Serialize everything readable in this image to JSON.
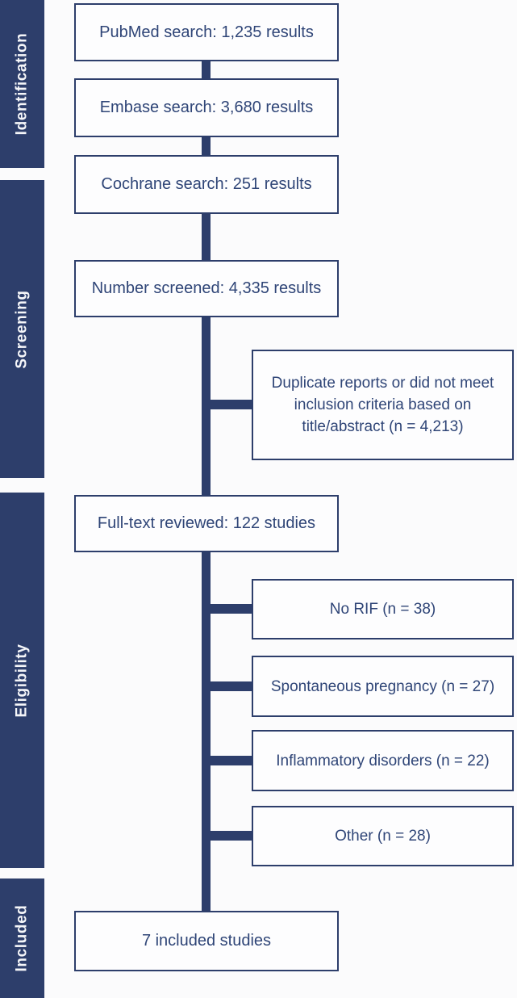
{
  "diagram": {
    "type": "prisma-flowchart",
    "accent_color": "#2d3e6b",
    "text_color": "#2f4577",
    "background_color": "#fbfbfc",
    "stages": [
      {
        "label": "Identification"
      },
      {
        "label": "Screening"
      },
      {
        "label": "Eligibility"
      },
      {
        "label": "Included"
      }
    ],
    "main_boxes": [
      {
        "text": "PubMed search: 1,235 results"
      },
      {
        "text": "Embase search: 3,680 results"
      },
      {
        "text": "Cochrane search: 251 results"
      },
      {
        "text": "Number screened: 4,335 results"
      },
      {
        "text": "Full-text reviewed: 122 studies"
      },
      {
        "text": "7 included studies"
      }
    ],
    "exclusion_boxes": [
      {
        "text": "Duplicate reports or did not meet inclusion criteria based on title/abstract (n = 4,213)"
      },
      {
        "text": "No RIF (n = 38)"
      },
      {
        "text": "Spontaneous pregnancy (n = 27)"
      },
      {
        "text": "Inflammatory disorders (n = 22)"
      },
      {
        "text": "Other (n = 28)"
      }
    ]
  }
}
